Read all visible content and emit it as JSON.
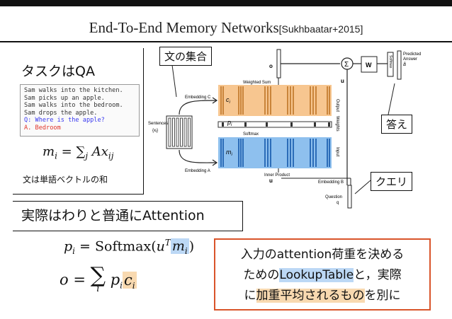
{
  "slide": {
    "title": "End-To-End Memory Networks",
    "citation": "[Sukhbaatar+2015]"
  },
  "task": {
    "heading": "タスクはQA",
    "story": [
      "Sam walks into the kitchen.",
      "Sam picks up an apple.",
      "Sam walks into the bedroom.",
      "Sam drops the apple."
    ],
    "question": "Q: Where is the apple?",
    "answer": "A. Bedroom",
    "formula_lhs": "m",
    "formula_sub": "i",
    "formula_eq": " = ",
    "formula_sum": "∑",
    "formula_sum_sub": "j",
    "formula_rhs": " Ax",
    "formula_rhs_sub": "ij",
    "note": "文は単語ベクトルの和"
  },
  "attention": {
    "heading": "実際はわりと普通にAttention",
    "p_lhs": "p",
    "p_sub": "i",
    "p_eq": " = Softmax(",
    "p_u": "u",
    "p_T": "T",
    "p_m": "m",
    "p_m_sub": "i",
    "p_close": ")",
    "o_lhs": "o",
    "o_eq": " = ",
    "o_sum": "∑",
    "o_sum_sub": "i",
    "o_p": " p",
    "o_p_sub": "i",
    "o_c": "c",
    "o_c_sub": "i"
  },
  "callout": {
    "line1": "入力のattention荷重を決める",
    "line2_pre": "ための",
    "line2_hl": "LookupTable",
    "line2_post": "と，実際",
    "line3_pre": "に",
    "line3_hl": "加重平均されるもの",
    "line3_post": "を別に"
  },
  "diagram": {
    "label_sentences_set": "文の集合",
    "label_answer": "答え",
    "label_query": "クエリ",
    "sentences": "Sentences",
    "sentences_sub": "{x",
    "sentences_sub_i": "i",
    "sentences_sub_end": "}",
    "embedding_c": "Embedding C",
    "embedding_a": "Embedding A",
    "embedding_b": "Embedding B",
    "weighted_sum": "Weighted Sum",
    "softmax": "Softmax",
    "inner_product": "Inner Product",
    "output": "Output",
    "input": "Input",
    "weights": "Weights",
    "c_i": "c",
    "c_i_sub": "i",
    "m_i": "m",
    "m_i_sub": "i",
    "p_i": "p",
    "p_i_sub": "i",
    "o": "o",
    "u_top": "u",
    "u_bottom": "u",
    "sigma": "Σ",
    "W": "W",
    "softmax_small": "Softmax",
    "predicted": "Predicted",
    "answer": "Answer",
    "a_hat": "â",
    "question": "Question",
    "q": "q",
    "colors": {
      "orange": "#f7c690",
      "blue": "#8ec0ee",
      "stripe_orange": "#c9843a",
      "stripe_blue": "#2b6cb8"
    }
  }
}
